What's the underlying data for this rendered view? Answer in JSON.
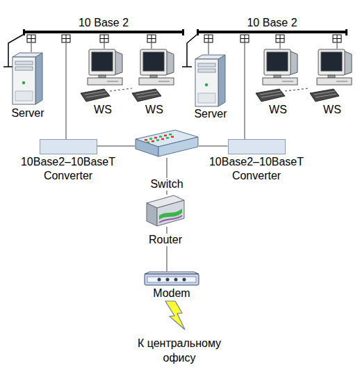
{
  "diagram": {
    "nodes": [
      {
        "text": [
          "10 Base 2"
        ]
      },
      {
        "text": [
          "10 Base 2"
        ]
      },
      {
        "text": [
          "Server"
        ]
      },
      {
        "text": [
          "WS"
        ]
      },
      {
        "text": [
          "WS"
        ]
      },
      {
        "text": [
          "Server"
        ]
      },
      {
        "text": [
          "WS"
        ]
      },
      {
        "text": [
          "WS"
        ]
      },
      {
        "text": [
          "10Base2–10BaseT Converter"
        ]
      },
      {
        "text": [
          "10Base2–10BaseT Converter"
        ]
      },
      {
        "text": [
          "Switch"
        ]
      },
      {
        "text": [
          "Router"
        ]
      },
      {
        "text": [
          "Modem"
        ]
      }
    ],
    "edges": [
      {
        "from": 2,
        "to": 0,
        "arrow": "none"
      },
      {
        "from": 3,
        "to": 0,
        "arrow": "none"
      },
      {
        "from": 4,
        "to": 0,
        "arrow": "none"
      },
      {
        "from": 0,
        "to": 8,
        "arrow": "none"
      },
      {
        "from": 5,
        "to": 1,
        "arrow": "none"
      },
      {
        "from": 6,
        "to": 1,
        "arrow": "none"
      },
      {
        "from": 7,
        "to": 1,
        "arrow": "none"
      },
      {
        "from": 1,
        "to": 9,
        "arrow": "none"
      },
      {
        "from": 8,
        "to": 10,
        "arrow": "none"
      },
      {
        "from": 9,
        "to": 10,
        "arrow": "none"
      },
      {
        "from": 10,
        "to": 11,
        "arrow": "none"
      },
      {
        "from": 11,
        "to": 12,
        "arrow": "none"
      }
    ],
    "labels": [
      "К центральному офису"
    ]
  }
}
